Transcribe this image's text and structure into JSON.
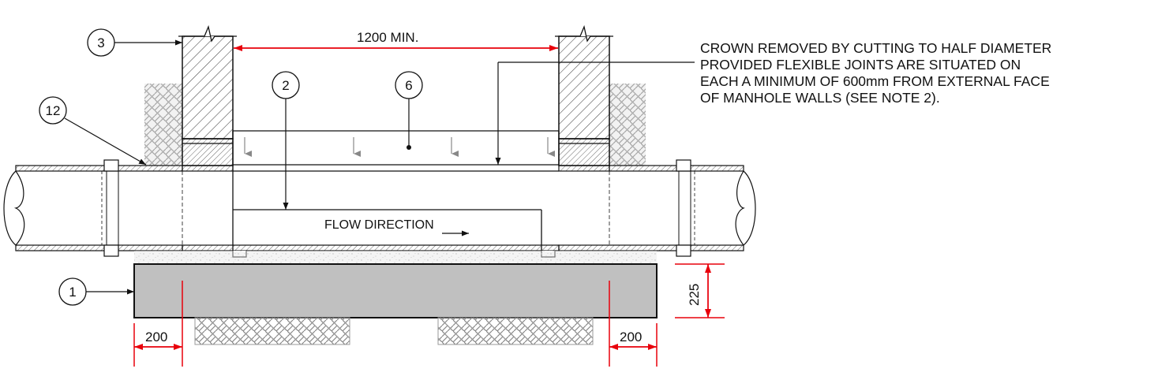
{
  "dimensions": {
    "clear_width": "1200 MIN.",
    "base_thickness": "225",
    "base_overhang_left": "200",
    "base_overhang_right": "200"
  },
  "tags": {
    "base_slab": "1",
    "invert_channel": "2",
    "manhole_wall": "3",
    "benching_level": "6",
    "pipe_surround": "12"
  },
  "labels": {
    "flow_direction": "FLOW DIRECTION"
  },
  "note": {
    "lines": [
      "CROWN REMOVED BY CUTTING TO HALF DIAMETER",
      "PROVIDED FLEXIBLE JOINTS ARE SITUATED ON",
      "EACH A MINIMUM OF 600mm FROM EXTERNAL FACE",
      "OF MANHOLE WALLS (SEE NOTE 2)."
    ]
  },
  "colors": {
    "dimension": "#e8000b",
    "concrete": "#c0c0c0",
    "line": "#111111",
    "hatch": "#555555"
  }
}
